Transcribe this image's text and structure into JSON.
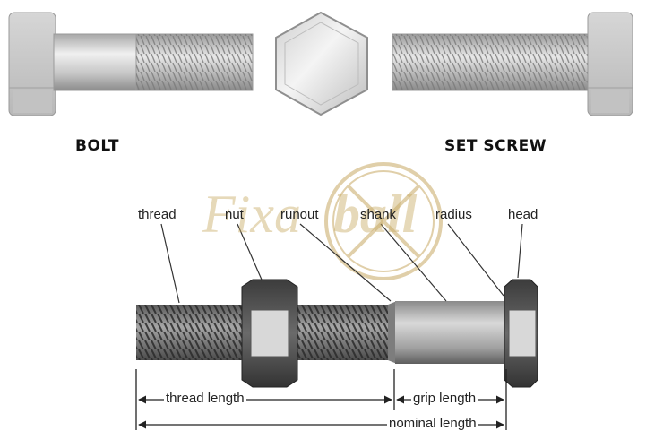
{
  "captions": {
    "bolt": "BOLT",
    "set_screw": "SET SCREW"
  },
  "labels": {
    "thread": "thread",
    "nut": "nut",
    "runout": "runout",
    "shank": "shank",
    "radius": "radius",
    "head": "head"
  },
  "dimensions": {
    "thread_length": "thread length",
    "grip_length": "grip length",
    "nominal_length": "nominal length"
  },
  "watermark": {
    "word1": "Fixa",
    "word2": "ball"
  },
  "colors": {
    "metal_light": "#e4e4e4",
    "metal_mid": "#bdbdbd",
    "metal_dark": "#6b6b6b",
    "thread_dark": "#3a3a3a",
    "watermark": "#c8a864"
  }
}
